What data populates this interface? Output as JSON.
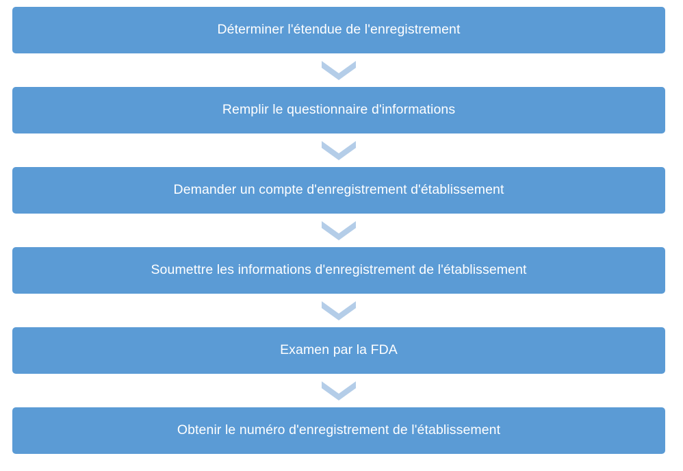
{
  "diagram": {
    "type": "vertical-flowchart",
    "title": "",
    "orientation": "top-to-bottom",
    "background_color": "#FFFFFF",
    "box_color": "#5B9BD5",
    "box_text_color": "#FFFFFF",
    "connector_color": "#B4CDE8",
    "connector_icon": "chevron-down-icon",
    "steps": [
      {
        "index": 1,
        "label": "Déterminer l'étendue de l'enregistrement"
      },
      {
        "index": 2,
        "label": "Remplir le questionnaire d'informations"
      },
      {
        "index": 3,
        "label": "Demander un compte d'enregistrement d'établissement"
      },
      {
        "index": 4,
        "label": "Soumettre les informations d'enregistrement de l'établissement"
      },
      {
        "index": 5,
        "label": "Examen par la FDA"
      },
      {
        "index": 6,
        "label": "Obtenir le numéro d'enregistrement de l'établissement"
      }
    ]
  }
}
